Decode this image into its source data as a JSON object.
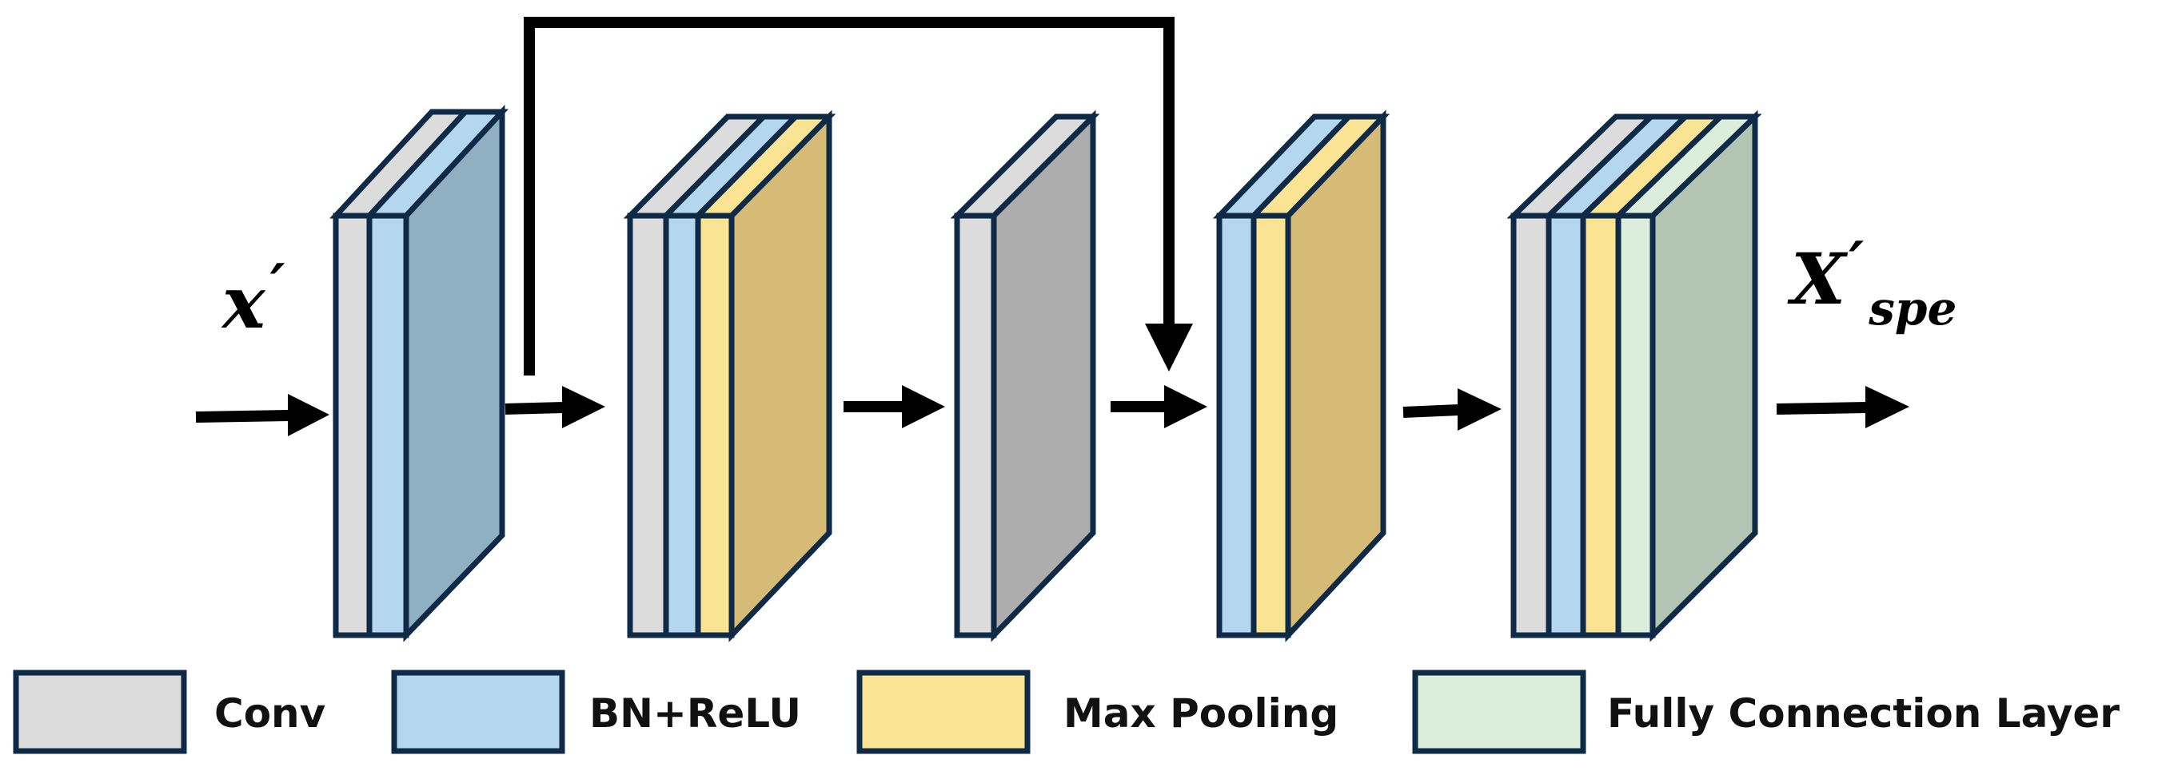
{
  "input_label": {
    "base": "x",
    "prime": "′"
  },
  "output_label": {
    "base": "X",
    "prime": "′",
    "subscript": "spe"
  },
  "legend": [
    {
      "label": "Conv",
      "color": "#dcdcdc"
    },
    {
      "label": "BN+ReLU",
      "color": "#b4d6ee"
    },
    {
      "label": "Max Pooling",
      "color": "#fbe394"
    },
    {
      "label": "Fully Connection Layer",
      "color": "#dbeedb"
    }
  ],
  "colors": {
    "outline": "#0e2a47",
    "arrow": "#000000",
    "block1_face": "#8fafc3",
    "block2_face": "#d6bb77",
    "block3_face": "#adadad",
    "block4_face": "#d6bb77",
    "block5_face": "#b2c5b2"
  }
}
